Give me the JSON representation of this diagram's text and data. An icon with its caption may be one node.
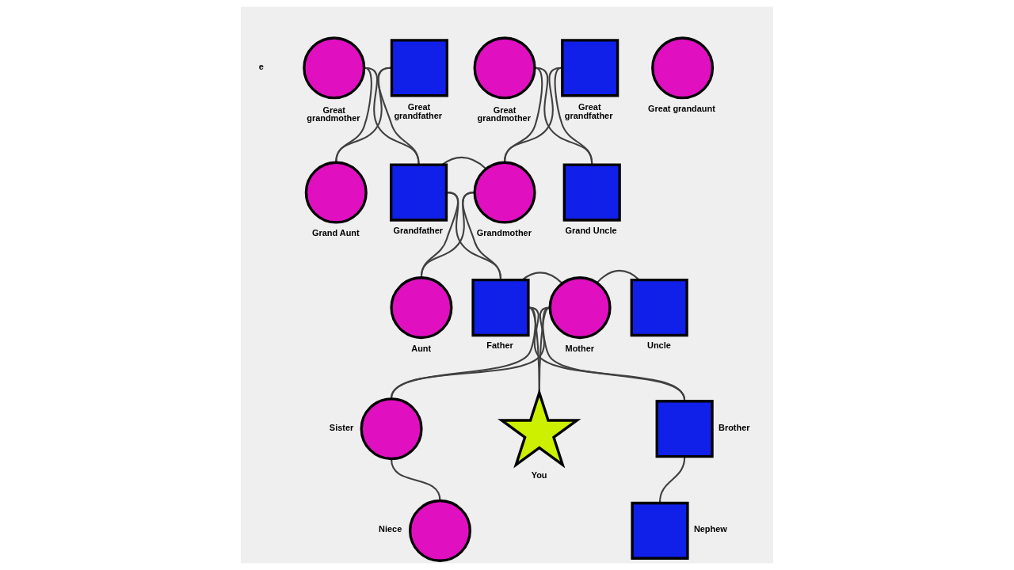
{
  "diagram": {
    "nodes": [
      {
        "text": [
          "Great grandmother"
        ]
      },
      {
        "text": [
          "Great grandfather"
        ]
      },
      {
        "text": [
          "Great grandmother"
        ]
      },
      {
        "text": [
          "Great grandfather"
        ]
      },
      {
        "text": [
          "Great grandaunt"
        ]
      },
      {
        "text": [
          "Grand Aunt"
        ]
      },
      {
        "text": [
          "Grandfather"
        ]
      },
      {
        "text": [
          "Grandmother"
        ]
      },
      {
        "text": [
          "Grand Uncle"
        ]
      },
      {
        "text": [
          "Aunt"
        ]
      },
      {
        "text": [
          "Father"
        ]
      },
      {
        "text": [
          "Mother"
        ]
      },
      {
        "text": [
          "Uncle"
        ]
      },
      {
        "text": [
          "Sister"
        ]
      },
      {
        "text": [
          "You"
        ]
      },
      {
        "text": [
          "Brother"
        ]
      },
      {
        "text": [
          "Niece"
        ]
      },
      {
        "text": [
          "Nephew"
        ]
      }
    ],
    "edges": [
      {
        "from": 0,
        "to": 5,
        "arrow": "none"
      },
      {
        "from": 0,
        "to": 6,
        "arrow": "none"
      },
      {
        "from": 1,
        "to": 5,
        "arrow": "none"
      },
      {
        "from": 1,
        "to": 6,
        "arrow": "none"
      },
      {
        "from": 2,
        "to": 7,
        "arrow": "none"
      },
      {
        "from": 2,
        "to": 8,
        "arrow": "none"
      },
      {
        "from": 3,
        "to": 7,
        "arrow": "none"
      },
      {
        "from": 3,
        "to": 8,
        "arrow": "none"
      },
      {
        "from": 6,
        "to": 7,
        "arrow": "none"
      },
      {
        "from": 6,
        "to": 9,
        "arrow": "none"
      },
      {
        "from": 6,
        "to": 10,
        "arrow": "none"
      },
      {
        "from": 7,
        "to": 9,
        "arrow": "none"
      },
      {
        "from": 7,
        "to": 10,
        "arrow": "none"
      },
      {
        "from": 11,
        "to": 12,
        "arrow": "none"
      },
      {
        "from": 10,
        "to": 11,
        "arrow": "none"
      },
      {
        "from": 10,
        "to": 13,
        "arrow": "none"
      },
      {
        "from": 10,
        "to": 14,
        "arrow": "none"
      },
      {
        "from": 10,
        "to": 15,
        "arrow": "none"
      },
      {
        "from": 11,
        "to": 13,
        "arrow": "none"
      },
      {
        "from": 11,
        "to": 14,
        "arrow": "none"
      },
      {
        "from": 11,
        "to": 15,
        "arrow": "none"
      },
      {
        "from": 13,
        "to": 16,
        "arrow": "none"
      },
      {
        "from": 15,
        "to": 17,
        "arrow": "none"
      }
    ],
    "labels": [
      "e"
    ]
  }
}
